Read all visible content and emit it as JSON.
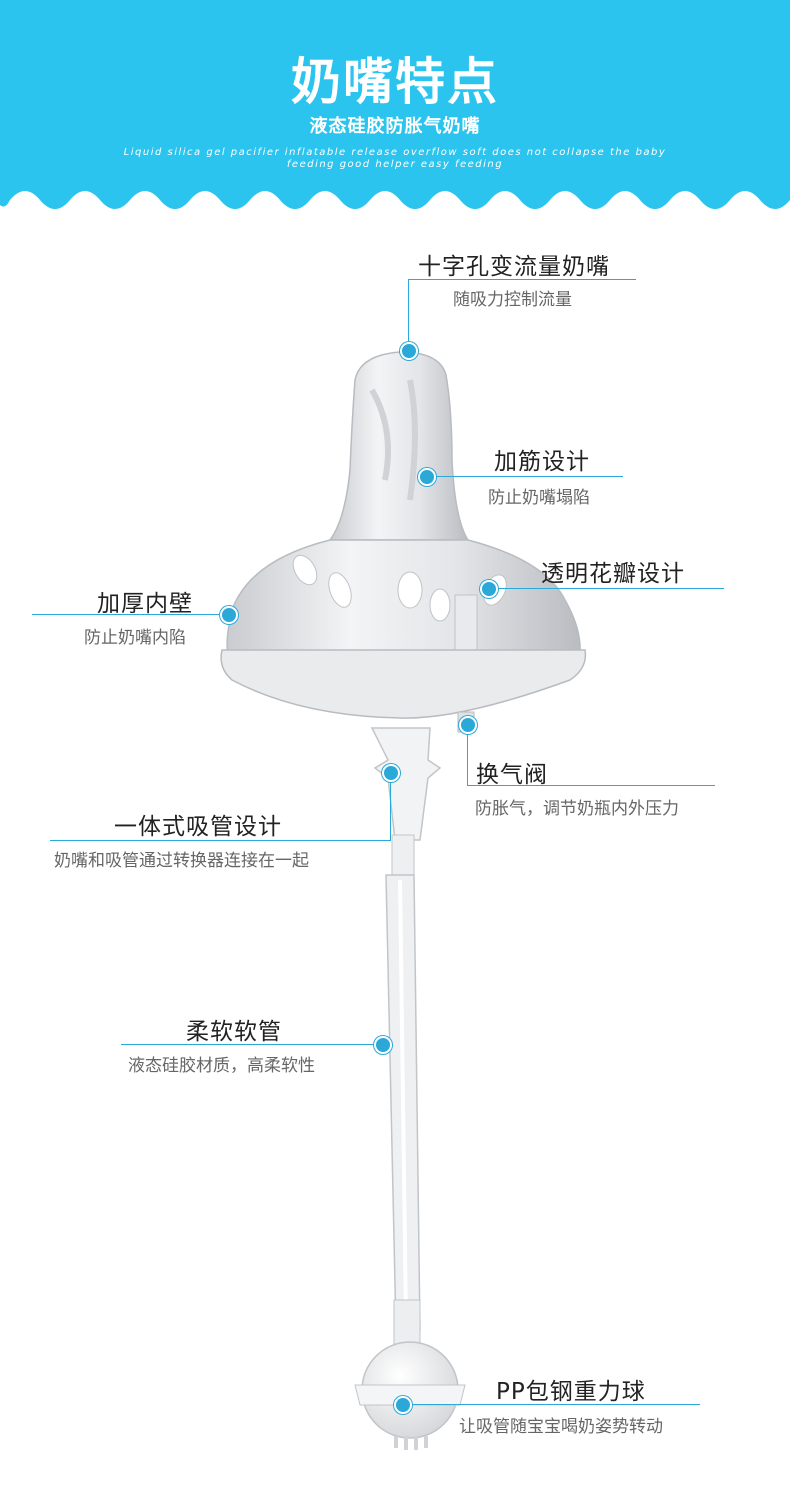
{
  "header": {
    "title": "奶嘴特点",
    "subtitle": "液态硅胶防胀气奶嘴",
    "english_line1": "Liquid silica gel pacifier inflatable release overflow soft does not collapse the baby",
    "english_line2": "feeding good helper easy feeding"
  },
  "colors": {
    "brand_blue": "#2bc4ee",
    "accent_line": "#2aa8d8"
  },
  "callouts": [
    {
      "title": "十字孔变流量奶嘴",
      "sub": "随吸力控制流量"
    },
    {
      "title": "加筋设计",
      "sub": "防止奶嘴塌陷"
    },
    {
      "title": "透明花瓣设计",
      "sub": ""
    },
    {
      "title": "加厚内壁",
      "sub": "防止奶嘴内陷"
    },
    {
      "title": "换气阀",
      "sub": "防胀气，调节奶瓶内外压力"
    },
    {
      "title": "一体式吸管设计",
      "sub": "奶嘴和吸管通过转换器连接在一起"
    },
    {
      "title": "柔软软管",
      "sub": "液态硅胶材质，高柔软性"
    },
    {
      "title": "PP包钢重力球",
      "sub": "让吸管随宝宝喝奶姿势转动"
    }
  ]
}
